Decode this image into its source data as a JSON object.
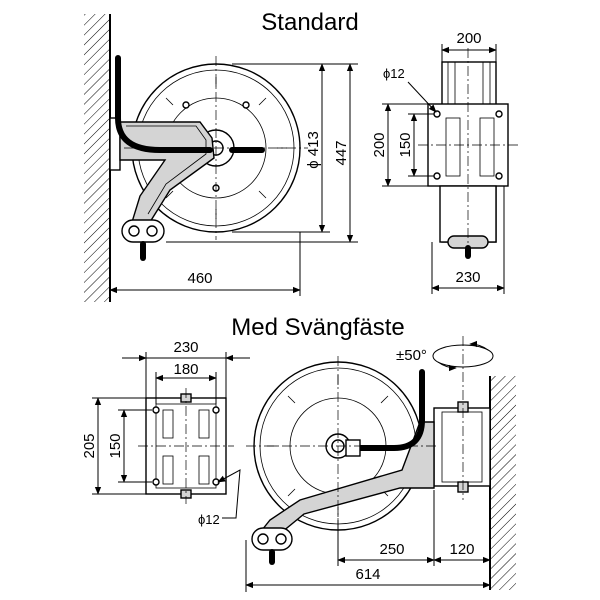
{
  "titles": {
    "standard": "Standard",
    "swivel": "Med Svängfäste"
  },
  "standard": {
    "diameter_outer": "ϕ 413",
    "height_total": "447",
    "width_total": "460",
    "side_width_top": "200",
    "hole_diameter": "ϕ12",
    "bracket_height": "200",
    "hole_spacing": "150",
    "side_width_bottom": "230"
  },
  "swivel": {
    "plate_width": "230",
    "hole_spacing_h": "180",
    "plate_height": "205",
    "hole_spacing_v": "150",
    "hole_diameter": "ϕ12",
    "swivel_angle": "±50°",
    "offset_center": "250",
    "offset_wall": "120",
    "length_total": "614"
  }
}
